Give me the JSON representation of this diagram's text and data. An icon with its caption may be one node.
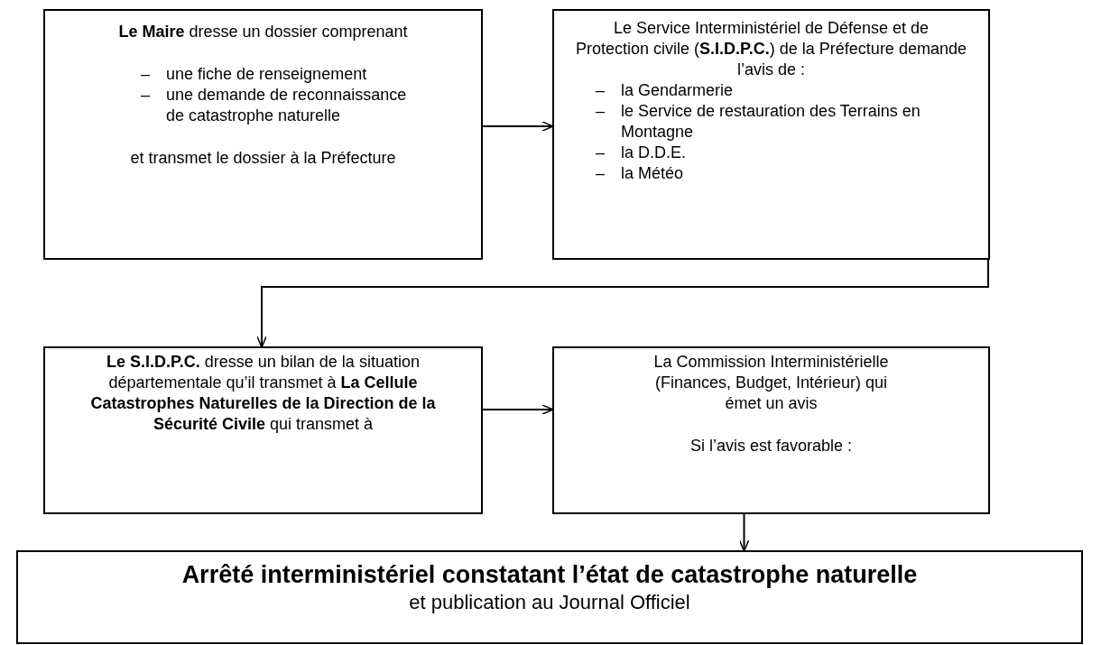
{
  "diagram": {
    "nodes": [
      {
        "text": [
          "**Le Maire** dresse un dossier comprenant",
          "– une fiche de renseignement",
          "– une demande de reconnaissance de catastrophe naturelle",
          "et transmet le dossier à la Préfecture"
        ]
      },
      {
        "text": [
          "Le Service Interministériel de Défense et de Protection civile (**S.I.D.P.C.**) de la Préfecture demande l’avis de :",
          "– la Gendarmerie",
          "– le Service de restauration des Terrains en Montagne",
          "– la D.D.E.",
          "– la Météo"
        ]
      },
      {
        "text": [
          "**Le S.I.D.P.C.** dresse un bilan de la situation départementale qu’il transmet à **La Cellule Catastrophes Naturelles de la Direction de la Sécurité Civile** qui transmet à"
        ]
      },
      {
        "text": [
          "La Commission Interministérielle (Finances, Budget, Intérieur) qui émet un avis",
          "Si l’avis est favorable :"
        ]
      },
      {
        "text": [
          "Arrêté interministériel constatant l’état de catastrophe naturelle",
          "et publication au Journal Officiel"
        ]
      }
    ],
    "edges": [
      {
        "from": 0,
        "to": 1,
        "arrow": "to"
      },
      {
        "from": 1,
        "to": 2,
        "arrow": "to"
      },
      {
        "from": 2,
        "to": 3,
        "arrow": "to"
      },
      {
        "from": 3,
        "to": 4,
        "arrow": "to"
      }
    ]
  }
}
